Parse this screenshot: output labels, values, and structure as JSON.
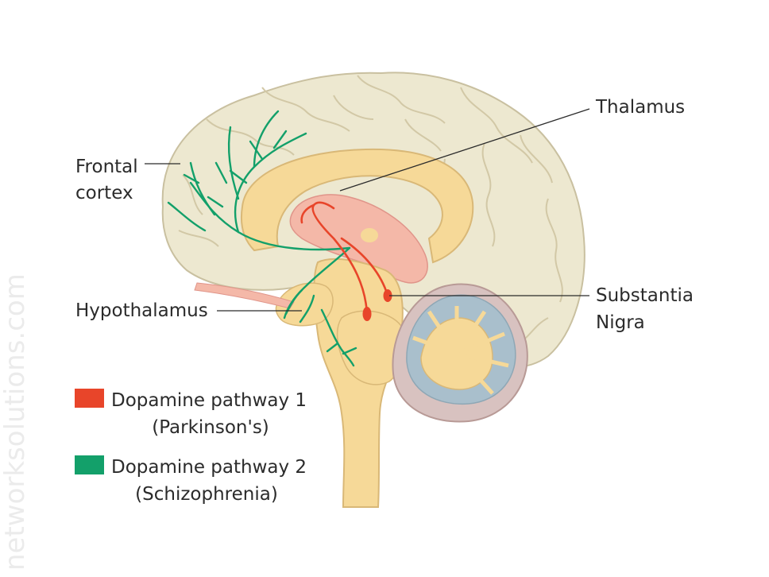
{
  "labels": {
    "thalamus": "Thalamus",
    "frontal_cortex_line1": "Frontal",
    "frontal_cortex_line2": "cortex",
    "hypothalamus": "Hypothalamus",
    "substantia_nigra_line1": "Substantia",
    "substantia_nigra_line2": "Nigra"
  },
  "legend": [
    {
      "line1": "Dopamine pathway 1",
      "line2": "(Parkinson's)",
      "color": "#e8452a"
    },
    {
      "line1": "Dopamine pathway 2",
      "line2": "(Schizophrenia)",
      "color": "#13a06a"
    }
  ],
  "watermark": "networksolutions.com",
  "colors": {
    "cortex": "#ede8d0",
    "cortex_outline": "#c9c0a0",
    "inner": "#f6d998",
    "thalamus": "#f4b8a8",
    "cerebellum_grey": "#a9bfcc",
    "cerebellum_base": "#d8c2c0",
    "pathway_red": "#e8452a",
    "pathway_green": "#13a06a"
  }
}
